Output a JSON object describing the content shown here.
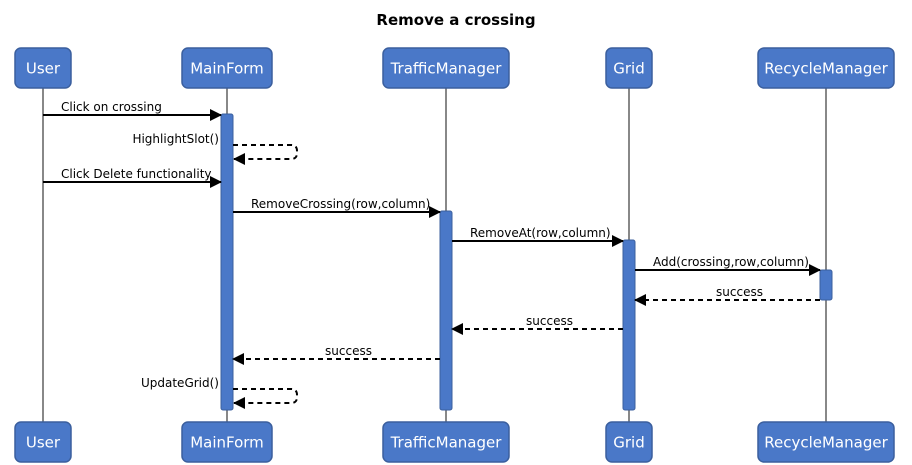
{
  "diagram": {
    "title": "Remove a crossing",
    "participants": [
      {
        "id": "user",
        "label": "User"
      },
      {
        "id": "mainform",
        "label": "MainForm"
      },
      {
        "id": "trafficmanager",
        "label": "TrafficManager"
      },
      {
        "id": "grid",
        "label": "Grid"
      },
      {
        "id": "recyclemanager",
        "label": "RecycleManager"
      }
    ],
    "messages": [
      {
        "label": "Click on crossing",
        "from": "user",
        "to": "mainform",
        "kind": "sync"
      },
      {
        "label": "HighlightSlot()",
        "from": "mainform",
        "to": "mainform",
        "kind": "self-return"
      },
      {
        "label": "Click Delete functionality",
        "from": "user",
        "to": "mainform",
        "kind": "sync"
      },
      {
        "label": "RemoveCrossing(row,column)",
        "from": "mainform",
        "to": "trafficmanager",
        "kind": "sync"
      },
      {
        "label": "RemoveAt(row,column)",
        "from": "trafficmanager",
        "to": "grid",
        "kind": "sync"
      },
      {
        "label": "Add(crossing,row,column)",
        "from": "grid",
        "to": "recyclemanager",
        "kind": "sync"
      },
      {
        "label": "success",
        "from": "recyclemanager",
        "to": "grid",
        "kind": "return"
      },
      {
        "label": "success",
        "from": "grid",
        "to": "trafficmanager",
        "kind": "return"
      },
      {
        "label": "success",
        "from": "trafficmanager",
        "to": "mainform",
        "kind": "return"
      },
      {
        "label": "UpdateGrid()",
        "from": "mainform",
        "to": "mainform",
        "kind": "self-return"
      }
    ],
    "colors": {
      "participant_fill": "#4a78c8",
      "participant_stroke": "#3b5f9e",
      "activation_fill": "#4a78c8",
      "lifeline": "#888888",
      "arrow": "#000000"
    }
  }
}
